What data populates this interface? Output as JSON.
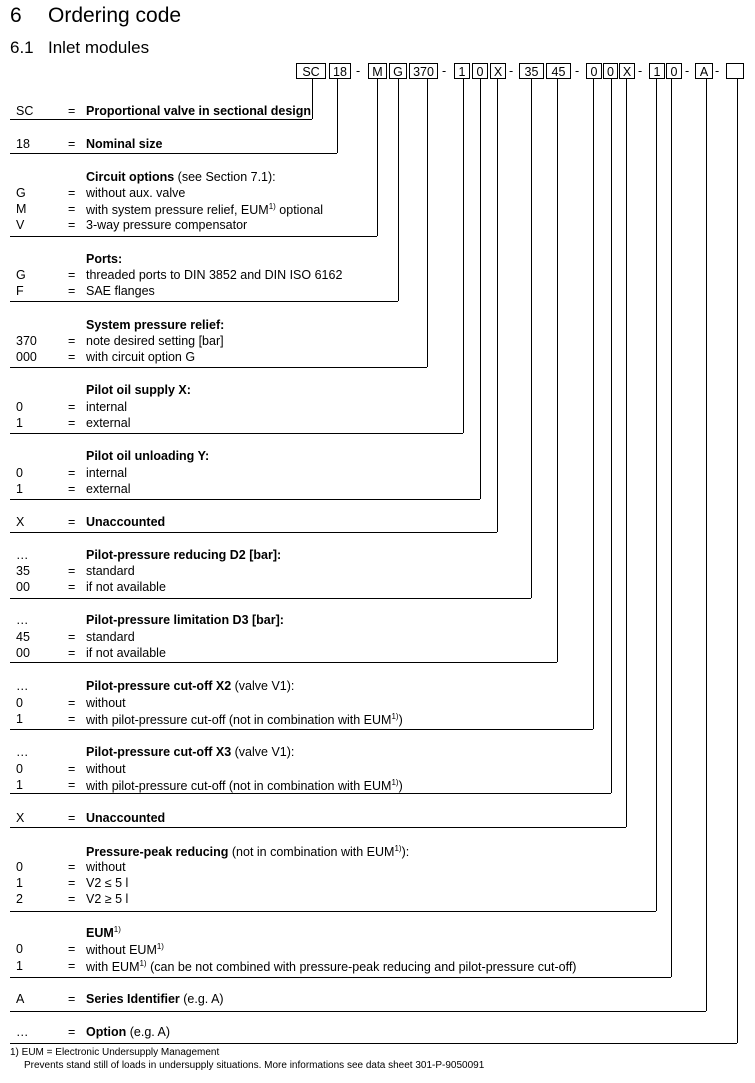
{
  "heading": {
    "number": "6",
    "title": "Ordering code"
  },
  "subheading": {
    "number": "6.1",
    "title": "Inlet modules"
  },
  "code_boxes": [
    "SC",
    "18",
    "M",
    "G",
    "370",
    "1",
    "0",
    "X",
    "35",
    "45",
    "0",
    "0",
    "X",
    "1",
    "0",
    "A",
    ""
  ],
  "sections": [
    {
      "id": "sc",
      "rows": [
        {
          "code": "SC",
          "text": "Proportional valve in sectional design",
          "bold": true
        }
      ]
    },
    {
      "id": "ns",
      "rows": [
        {
          "code": "18",
          "text": "Nominal size",
          "bold": true
        }
      ]
    },
    {
      "id": "co",
      "title": "Circuit options",
      "title_suffix": " (see Section 7.1):",
      "rows": [
        {
          "code": "G",
          "text": "without aux. valve"
        },
        {
          "code": "M",
          "text": "with system pressure relief, EUM",
          "sup": "1)",
          "after": " optional"
        },
        {
          "code": "V",
          "text": "3-way pressure compensator"
        }
      ]
    },
    {
      "id": "ports",
      "title": "Ports:",
      "rows": [
        {
          "code": "G",
          "text": "threaded ports to DIN 3852 and DIN ISO 6162"
        },
        {
          "code": "F",
          "text": "SAE flanges"
        }
      ]
    },
    {
      "id": "spr",
      "title": "System pressure relief:",
      "rows": [
        {
          "code": "370",
          "text": "note desired setting [bar]"
        },
        {
          "code": "000",
          "text": "with circuit option G"
        }
      ]
    },
    {
      "id": "pox",
      "title": "Pilot oil supply X:",
      "rows": [
        {
          "code": "0",
          "text": "internal"
        },
        {
          "code": "1",
          "text": "external"
        }
      ]
    },
    {
      "id": "poy",
      "title": "Pilot oil unloading Y:",
      "rows": [
        {
          "code": "0",
          "text": "internal"
        },
        {
          "code": "1",
          "text": "external"
        }
      ]
    },
    {
      "id": "x1",
      "rows": [
        {
          "code": "X",
          "text": "Unaccounted",
          "bold": true
        }
      ]
    },
    {
      "id": "d2",
      "title": "Pilot-pressure reducing D2 [bar]:",
      "rows": [
        {
          "code": "…",
          "text": ""
        },
        {
          "code": "35",
          "text": "standard"
        },
        {
          "code": "00",
          "text": "if not available"
        }
      ]
    },
    {
      "id": "d3",
      "title": "Pilot-pressure limitation D3 [bar]:",
      "rows": [
        {
          "code": "…",
          "text": ""
        },
        {
          "code": "45",
          "text": "standard"
        },
        {
          "code": "00",
          "text": "if not available"
        }
      ]
    },
    {
      "id": "x2",
      "title": "Pilot-pressure cut-off X2",
      "title_suffix": " (valve V1):",
      "rows": [
        {
          "code": "…",
          "text": ""
        },
        {
          "code": "0",
          "text": "without"
        },
        {
          "code": "1",
          "text": "with pilot-pressure cut-off (not in combination with EUM",
          "sup": "1)",
          "after": ")"
        }
      ]
    },
    {
      "id": "x3",
      "title": "Pilot-pressure cut-off X3",
      "title_suffix": " (valve V1):",
      "rows": [
        {
          "code": "…",
          "text": ""
        },
        {
          "code": "0",
          "text": "without"
        },
        {
          "code": "1",
          "text": "with pilot-pressure cut-off (not in combination with EUM",
          "sup": "1)",
          "after": ")"
        }
      ]
    },
    {
      "id": "x4",
      "rows": [
        {
          "code": "X",
          "text": "Unaccounted",
          "bold": true
        }
      ]
    },
    {
      "id": "ppr",
      "title": "Pressure-peak reducing",
      "title_suffix": " (not in combination with EUM",
      "title_sup": "1)",
      "title_after": "):",
      "rows": [
        {
          "code": "0",
          "text": "without"
        },
        {
          "code": "1",
          "text": "V2 ≤ 5 l"
        },
        {
          "code": "2",
          "text": "V2 ≥ 5 l"
        }
      ]
    },
    {
      "id": "eum",
      "title": "EUM",
      "title_sup": "1)",
      "rows": [
        {
          "code": "0",
          "text": "without EUM",
          "sup": "1)",
          "after": ""
        },
        {
          "code": "1",
          "text": "with EUM",
          "sup": "1)",
          "after": " (can be not combined with pressure-peak reducing and pilot-pressure cut-off)"
        }
      ]
    },
    {
      "id": "ser",
      "rows": [
        {
          "code": "A",
          "text": "Series Identifier",
          "bold": true,
          "after": " (e.g. A)"
        }
      ]
    },
    {
      "id": "opt",
      "rows": [
        {
          "code": "…",
          "text": "Option",
          "bold": true,
          "after": " (e.g. A)"
        }
      ]
    }
  ],
  "equals": "=",
  "footnote": {
    "line1": "1) EUM = Electronic Undersupply Management",
    "line2": "Prevents stand still of loads in undersupply situations. More informations see data sheet 301-P-9050091"
  }
}
